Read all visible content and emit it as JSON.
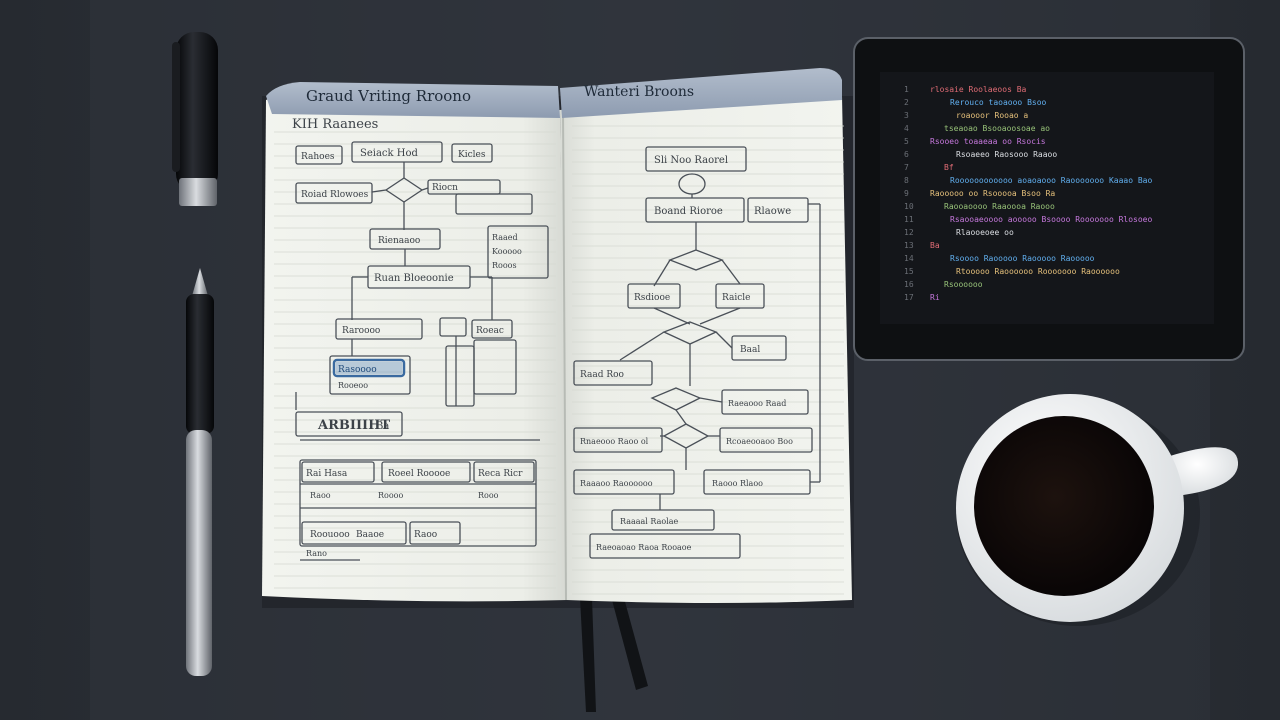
{
  "notebook": {
    "left_tab_title": "Graud Vriting Rroono",
    "right_tab_title": "Wanteri Broons",
    "left_page": {
      "heading": "KIH Raanees",
      "top_boxes": [
        "Rahoes",
        "Seiack Hod",
        "Kicles"
      ],
      "row_left_box": "Roiad Rlowoes",
      "row_right_box": "Riocn",
      "center_box": "Rienaaoo",
      "side_notes": [
        "Raaed",
        "Kooooo",
        "Rooos"
      ],
      "process_box": "Ruan Bloeoonie",
      "sub_box_a": "Raroooo",
      "sub_box_b": "Roeac",
      "highlight_label": "Rasoooo",
      "highlight_value": "Rooeoo",
      "big_label": "ARBIIIHT",
      "big_label_suffix": "Ba",
      "table_cells": [
        "Rai Hasa",
        "Roeel Rooooe",
        "Reca Ricr",
        "Raoo",
        "Roooo",
        "Rooo",
        "Roouooo",
        "Baaoe",
        "Raoo"
      ],
      "footer": "Rano"
    },
    "right_page": {
      "start_box": "Sli Noo Raorel",
      "row_box_a": "Boand Rioroe",
      "row_box_b": "Rlaowe",
      "branch_left": "Rsdiooe",
      "branch_right": "Raicle",
      "side_box": "Baal",
      "left_box": "Raad Roo",
      "mid_box": "Raeaooo Raad",
      "left_box_2": "Rnaeooo Raoo ol",
      "right_box_2": "Rcoaeooaoo Boo",
      "left_box_3": "Raaaoo Raoooooo",
      "right_box_3": "Raooo Rlaoo",
      "near_end": "Raaaal Raolae",
      "end_box": "Raeoaoao Raoa Rooaoe"
    }
  },
  "tablet": {
    "code_lines": [
      "rlosaie Roolaeoos Ba",
      "Rerouco taoaooo Bsoo",
      "roaooor Rooao a",
      "tseaoao Bsooaoosoae ao",
      "Rsooeo toaaeaa oo Rsocis",
      "Rsoaeeo Raosooo Raaoo",
      "Bf",
      "Roooooooooooo aoaoaooo Raooooooo Kaaao Bao",
      "Raooooo oo Rsooooa Bsoo Ra",
      "Raooaoooo Raaoooa Raooo",
      "Rsaooaeoooo aooooo Bsoooo Rooooooo Rlosoeo",
      "Rlaooeoee oo",
      "Ba",
      "Rsoooo Raooooo Raooooo Raooooo",
      "Rtooooo Raoooooo Rooooooo Raoooooo",
      "Rsoooooo",
      "Ri"
    ],
    "line_numbers": [
      "1",
      "2",
      "3",
      "4",
      "5",
      "6",
      "7",
      "8",
      "9",
      "10",
      "11",
      "12",
      "13",
      "14",
      "15",
      "16",
      "17"
    ]
  },
  "colors": {
    "desk": "#2b3037",
    "paper": "#eef0ea",
    "tab": "#9eacc0",
    "ink": "#3c4248",
    "highlight": "#3a6aa0",
    "screen": "#14161a",
    "coffee": "#120c0a"
  }
}
